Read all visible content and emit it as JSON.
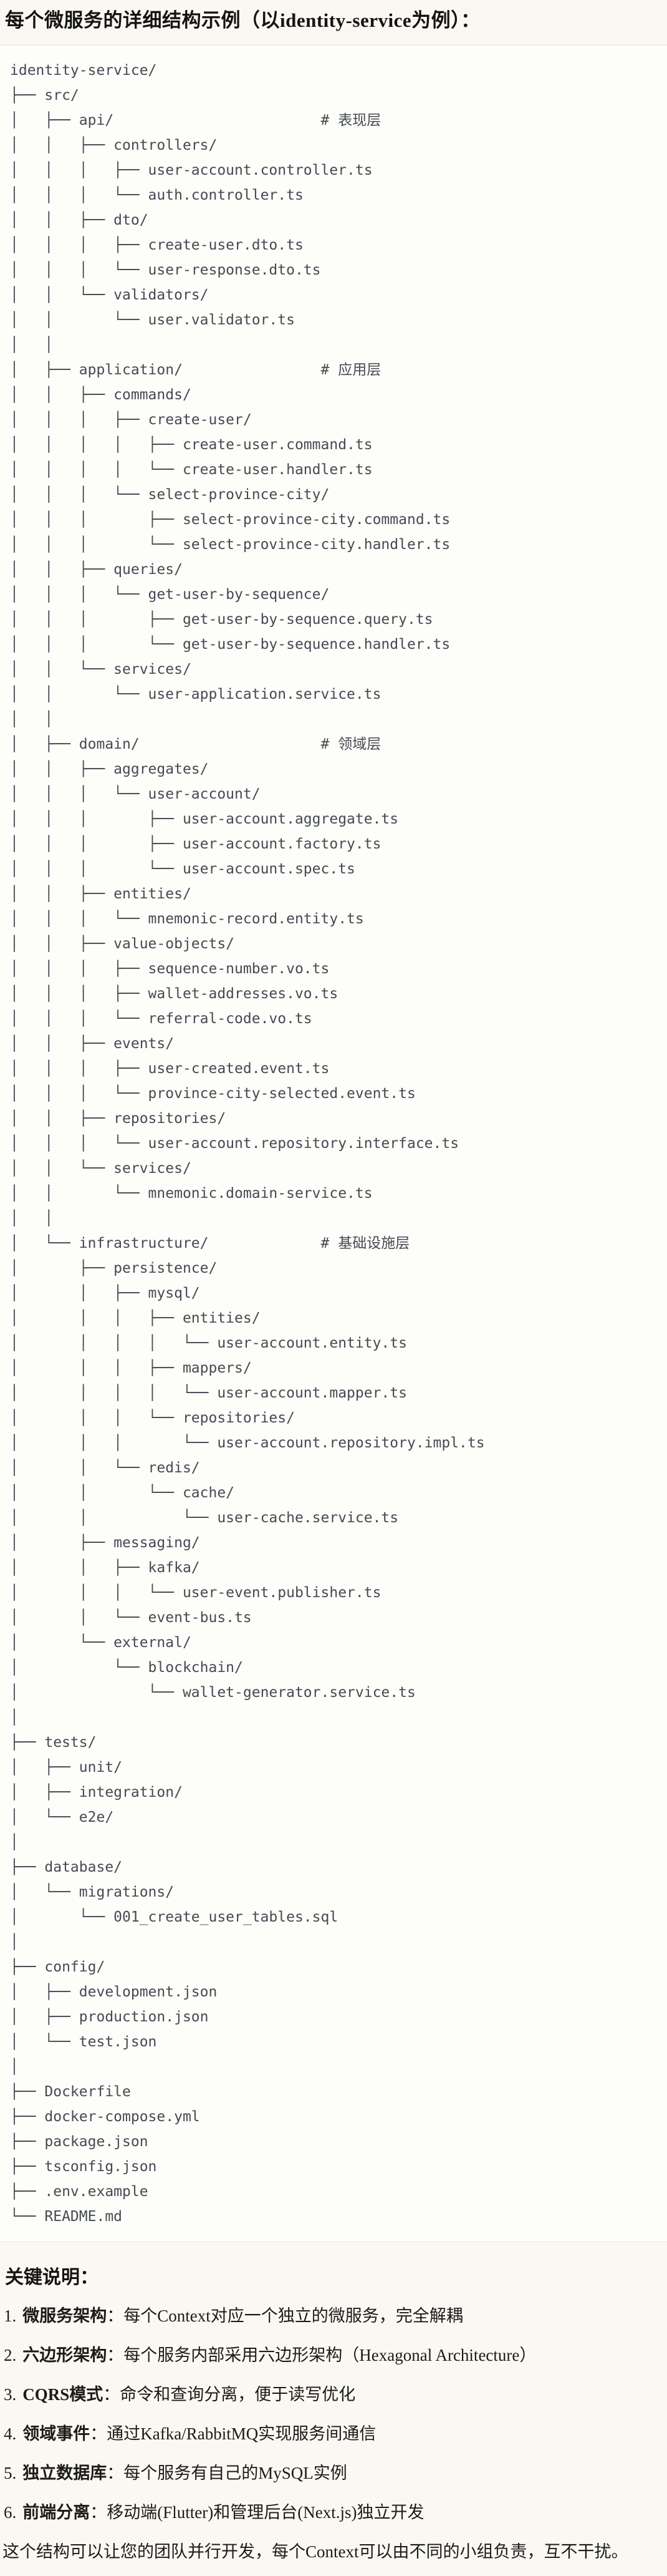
{
  "title": "每个微服务的详细结构示例（以identity-service为例）：",
  "tree": {
    "lines": [
      "identity-service/",
      "├── src/",
      "│   ├── api/                        # 表现层",
      "│   │   ├── controllers/",
      "│   │   │   ├── user-account.controller.ts",
      "│   │   │   └── auth.controller.ts",
      "│   │   ├── dto/",
      "│   │   │   ├── create-user.dto.ts",
      "│   │   │   └── user-response.dto.ts",
      "│   │   └── validators/",
      "│   │       └── user.validator.ts",
      "│   │",
      "│   ├── application/                # 应用层",
      "│   │   ├── commands/",
      "│   │   │   ├── create-user/",
      "│   │   │   │   ├── create-user.command.ts",
      "│   │   │   │   └── create-user.handler.ts",
      "│   │   │   └── select-province-city/",
      "│   │   │       ├── select-province-city.command.ts",
      "│   │   │       └── select-province-city.handler.ts",
      "│   │   ├── queries/",
      "│   │   │   └── get-user-by-sequence/",
      "│   │   │       ├── get-user-by-sequence.query.ts",
      "│   │   │       └── get-user-by-sequence.handler.ts",
      "│   │   └── services/",
      "│   │       └── user-application.service.ts",
      "│   │",
      "│   ├── domain/                     # 领域层",
      "│   │   ├── aggregates/",
      "│   │   │   └── user-account/",
      "│   │   │       ├── user-account.aggregate.ts",
      "│   │   │       ├── user-account.factory.ts",
      "│   │   │       └── user-account.spec.ts",
      "│   │   ├── entities/",
      "│   │   │   └── mnemonic-record.entity.ts",
      "│   │   ├── value-objects/",
      "│   │   │   ├── sequence-number.vo.ts",
      "│   │   │   ├── wallet-addresses.vo.ts",
      "│   │   │   └── referral-code.vo.ts",
      "│   │   ├── events/",
      "│   │   │   ├── user-created.event.ts",
      "│   │   │   └── province-city-selected.event.ts",
      "│   │   ├── repositories/",
      "│   │   │   └── user-account.repository.interface.ts",
      "│   │   └── services/",
      "│   │       └── mnemonic.domain-service.ts",
      "│   │",
      "│   └── infrastructure/             # 基础设施层",
      "│       ├── persistence/",
      "│       │   ├── mysql/",
      "│       │   │   ├── entities/",
      "│       │   │   │   └── user-account.entity.ts",
      "│       │   │   ├── mappers/",
      "│       │   │   │   └── user-account.mapper.ts",
      "│       │   │   └── repositories/",
      "│       │   │       └── user-account.repository.impl.ts",
      "│       │   └── redis/",
      "│       │       └── cache/",
      "│       │           └── user-cache.service.ts",
      "│       ├── messaging/",
      "│       │   ├── kafka/",
      "│       │   │   └── user-event.publisher.ts",
      "│       │   └── event-bus.ts",
      "│       └── external/",
      "│           └── blockchain/",
      "│               └── wallet-generator.service.ts",
      "│",
      "├── tests/",
      "│   ├── unit/",
      "│   ├── integration/",
      "│   └── e2e/",
      "│",
      "├── database/",
      "│   └── migrations/",
      "│       └── 001_create_user_tables.sql",
      "│",
      "├── config/",
      "│   ├── development.json",
      "│   ├── production.json",
      "│   └── test.json",
      "│",
      "├── Dockerfile",
      "├── docker-compose.yml",
      "├── package.json",
      "├── tsconfig.json",
      "├── .env.example",
      "└── README.md"
    ]
  },
  "notes": {
    "heading": "关键说明：",
    "separator": "：",
    "items": [
      {
        "number": "1.",
        "label": "微服务架构",
        "text": "每个Context对应一个独立的微服务，完全解耦"
      },
      {
        "number": "2.",
        "label": "六边形架构",
        "text": "每个服务内部采用六边形架构（Hexagonal Architecture）"
      },
      {
        "number": "3.",
        "label": "CQRS模式",
        "text": "命令和查询分离，便于读写优化"
      },
      {
        "number": "4.",
        "label": "领域事件",
        "text": "通过Kafka/RabbitMQ实现服务间通信"
      },
      {
        "number": "5.",
        "label": "独立数据库",
        "text": "每个服务有自己的MySQL实例"
      },
      {
        "number": "6.",
        "label": "前端分离",
        "text": "移动端(Flutter)和管理后台(Next.js)独立开发"
      }
    ],
    "footer": "这个结构可以让您的团队并行开发，每个Context可以由不同的小组负责，互不干扰。"
  },
  "colors": {
    "page_bg": "#faf8f3",
    "code_bg": "#fdfdfa",
    "code_border": "#e5e2da",
    "tree_text": "#454a52",
    "body_text": "#1c1b18"
  }
}
